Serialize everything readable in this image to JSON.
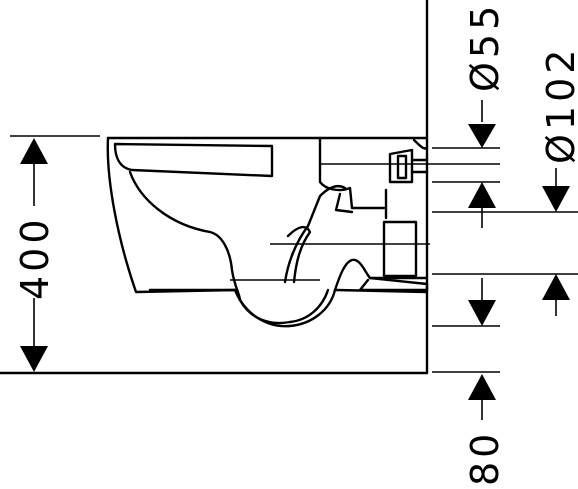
{
  "dimensions": {
    "height": "400",
    "floor_offset": "80",
    "diameter_inlet": "Ø55",
    "diameter_outlet": "Ø102"
  }
}
